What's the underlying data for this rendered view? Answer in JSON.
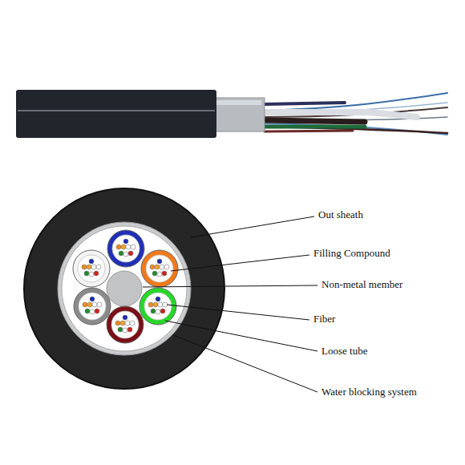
{
  "diagram": {
    "labels": [
      "Out sheath",
      "Filling Compound",
      "Non-metal member",
      "Fiber",
      "Loose tube",
      "Water blocking system"
    ]
  }
}
